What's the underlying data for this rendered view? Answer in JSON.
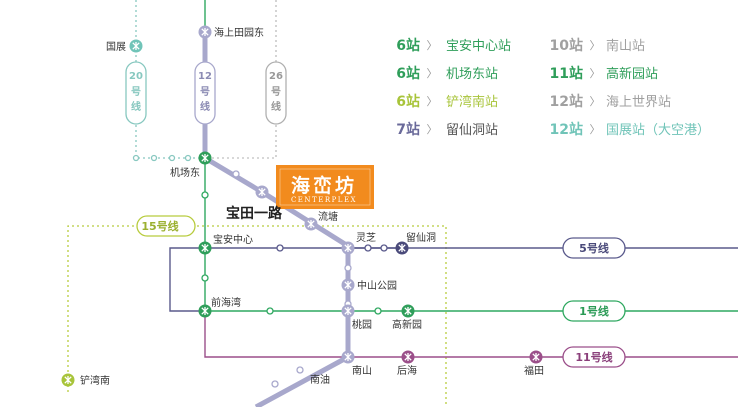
{
  "colors": {
    "line1": "#2fa860",
    "line5": "#5a5a8c",
    "line11": "#9b4f8a",
    "line12": "#8c8cb4",
    "line15": "#b8cc3e",
    "line20": "#88c8c0",
    "line26": "#b0b0b0",
    "brand": "#f28b1e",
    "legend_green": "#2f9e5a",
    "legend_lime": "#a8c43a",
    "legend_purple": "#6a6a9a",
    "legend_gray": "#a0a0a0",
    "legend_teal": "#70c4b8"
  },
  "lines": {
    "l20": {
      "num": "20",
      "chars": [
        "号",
        "线"
      ]
    },
    "l12": {
      "num": "12",
      "chars": [
        "号",
        "线"
      ]
    },
    "l26": {
      "num": "26",
      "chars": [
        "号",
        "线"
      ]
    },
    "l15": {
      "label": "15号线"
    },
    "l5": {
      "label": "5号线"
    },
    "l1": {
      "label": "1号线"
    },
    "l11": {
      "label": "11号线"
    }
  },
  "stations": {
    "guozhan": "国展",
    "haishangtianyuan_dong": "海上田园东",
    "jichangdong": "机场东",
    "liutang": "流塘",
    "baoan_zhongxin": "宝安中心",
    "lingzhi": "灵芝",
    "liuxiandong": "留仙洞",
    "zhongshan_gongyuan": "中山公园",
    "qianhaiwan": "前海湾",
    "taoyuan": "桃园",
    "gaoxinyuan": "高新园",
    "nanshan": "南山",
    "houhai": "后海",
    "futian": "福田",
    "nanyou": "南油",
    "chanwannan": "铲湾南"
  },
  "project": {
    "name": "海峦坊",
    "name_en": "CENTERPLEX",
    "road": "宝田一路"
  },
  "legend": [
    {
      "count": "6站",
      "dest": "宝安中心站",
      "color": "green"
    },
    {
      "count": "6站",
      "dest": "机场东站",
      "color": "green"
    },
    {
      "count": "6站",
      "dest": "铲湾南站",
      "color": "lime"
    },
    {
      "count": "7站",
      "dest": "留仙洞站",
      "color": "dark"
    },
    {
      "count": "10站",
      "dest": "南山站",
      "color": "gray"
    },
    {
      "count": "11站",
      "dest": "高新园站",
      "color": "green"
    },
    {
      "count": "12站",
      "dest": "海上世界站",
      "color": "gray"
    },
    {
      "count": "12站",
      "dest": "国展站（大空港）",
      "color": "teal"
    }
  ],
  "metro_icon": "metro-logo-icon"
}
